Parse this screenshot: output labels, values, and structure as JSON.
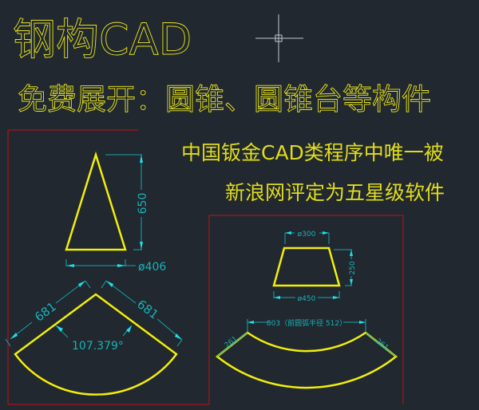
{
  "title": "钢构CAD",
  "subtitle": "免费展开：圆锥、圆锥台等构件",
  "promo": {
    "line1": "中国钣金CAD类程序中唯一被",
    "line2": "新浪网评定为五星级软件"
  },
  "cone": {
    "height_label": "650",
    "diameter_label": "ø406"
  },
  "cone_development": {
    "slant_left_label": "681",
    "slant_right_label": "681",
    "angle_label": "107.379°"
  },
  "frustum": {
    "top_diameter_label": "ø300",
    "height_label": "250",
    "bottom_diameter_label": "ø450"
  },
  "frustum_development": {
    "chord_label": "803（前圆弧半径 512）",
    "side_left_label": "261",
    "side_right_label": "261"
  },
  "colors": {
    "background": "#212830",
    "geometry": "#f2ee0a",
    "dimension": "#12a6a8",
    "frame": "#a8141a",
    "crosshair": "#c8c8c8"
  },
  "cursor": "crosshair-icon"
}
